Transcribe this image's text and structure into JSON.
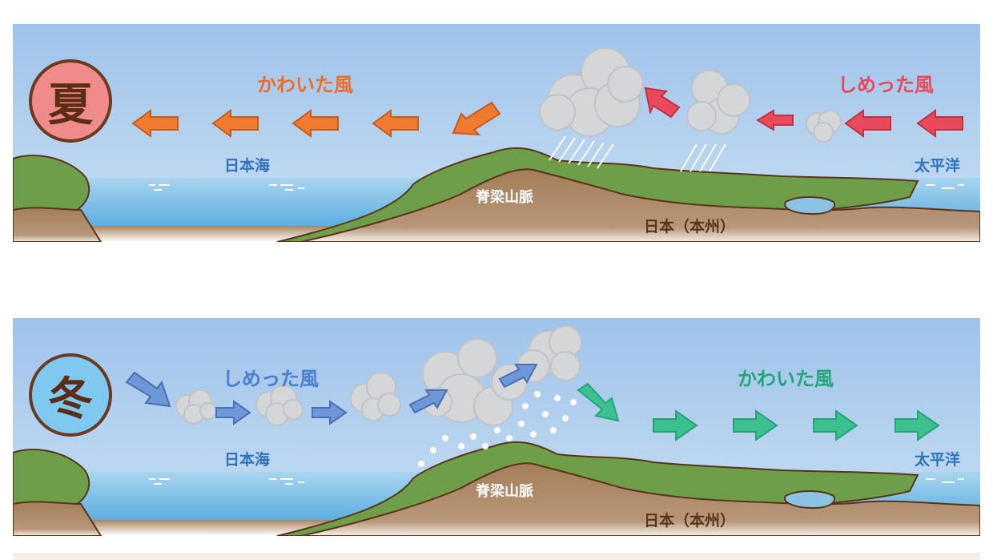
{
  "summer": {
    "season": "夏",
    "dry_wind": "かわいた風",
    "moist_wind": "しめった風",
    "sea_japan": "日本海",
    "pacific": "太平洋",
    "mountains": "脊梁山脈",
    "honshu": "日本（本州）"
  },
  "winter": {
    "season": "冬",
    "moist_wind": "しめった風",
    "dry_wind": "かわいた風",
    "sea_japan": "日本海",
    "pacific": "太平洋",
    "mountains": "脊梁山脈",
    "honshu": "日本（本州）"
  },
  "colors": {
    "sky": "#a9c9ea",
    "sea": "#8cc3e5",
    "land_green": "#6e9e4a",
    "land_brown": "#a2805d",
    "cloud": "#d4d6d8",
    "summer_badge": "#ef8b8b",
    "winter_badge": "#7fc8ef",
    "arrow_orange": "#f07a30",
    "arrow_red": "#e84a5c",
    "arrow_blue": "#6e97d8",
    "arrow_green": "#3dbf90"
  }
}
